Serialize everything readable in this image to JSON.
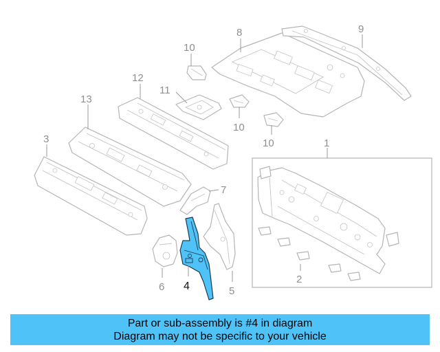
{
  "callouts": {
    "c1": "1",
    "c2": "2",
    "c3": "3",
    "c4": "4",
    "c5": "5",
    "c6": "6",
    "c7": "7",
    "c8": "8",
    "c9": "9",
    "c10a": "10",
    "c10b": "10",
    "c10c": "10",
    "c11": "11",
    "c12": "12",
    "c13": "13"
  },
  "highlight_color": "#4fc3f7",
  "banner": {
    "line1": "Part or sub-assembly is #4 in diagram",
    "line2": "Diagram may not be specific to your vehicle"
  }
}
